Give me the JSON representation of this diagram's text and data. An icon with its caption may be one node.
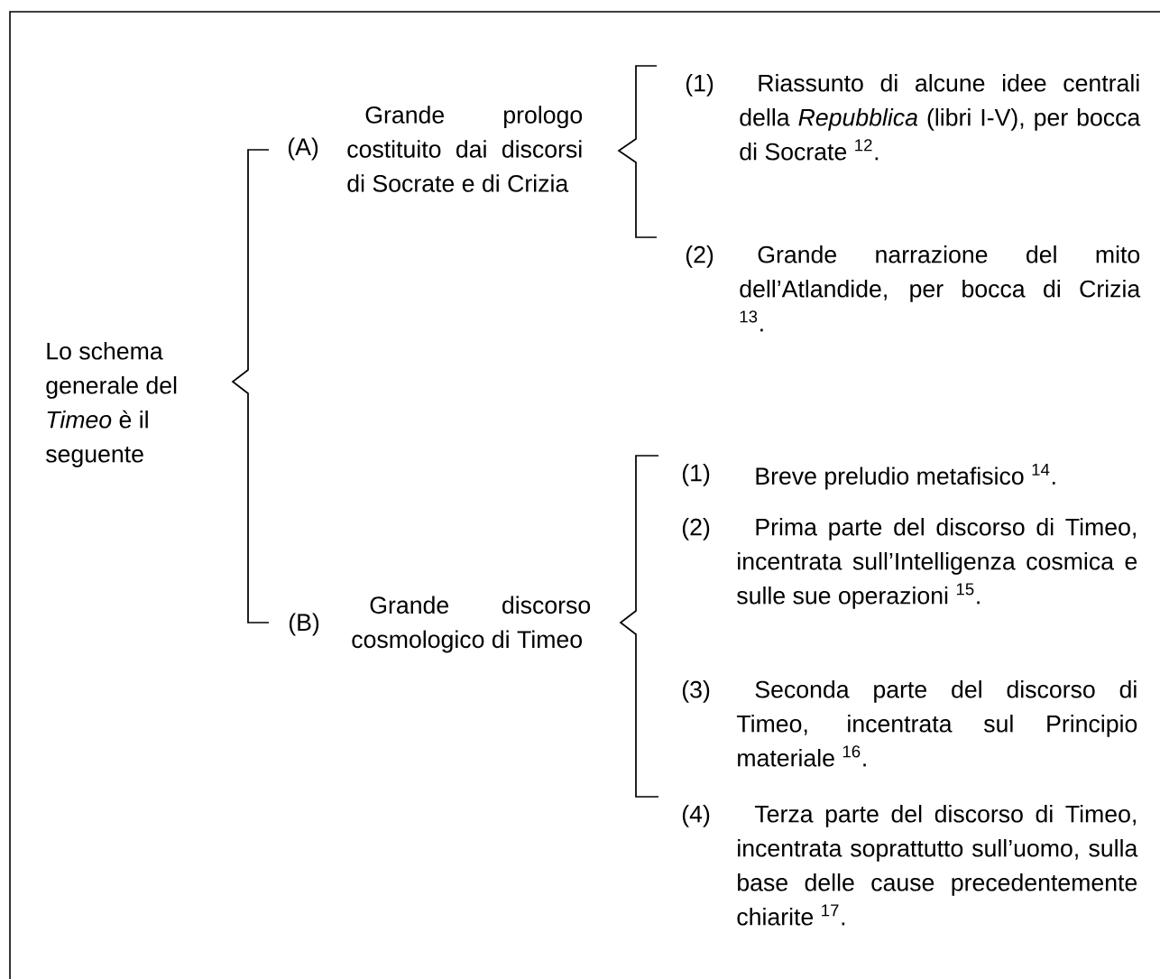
{
  "diagram": {
    "nodes": [
      {
        "text": [
          "Lo schema generale del *Timeo* è il seguente"
        ]
      },
      {
        "text": [
          "(A)",
          "Grande prologo costituito dai discorsi di Socrate e di Crizia"
        ]
      },
      {
        "text": [
          "(1)",
          "Riassunto di alcune idee centrali della *Repubblica* (libri I-V), per bocca di Socrate $^{12}$."
        ]
      },
      {
        "text": [
          "(2)",
          "Grande narrazione del mito dell’Atlandide, per bocca di Crizia $^{13}$."
        ]
      },
      {
        "text": [
          "(B)",
          "Grande discorso cosmologico di Timeo"
        ]
      },
      {
        "text": [
          "(1)",
          "Breve preludio metafisico $^{14}$."
        ]
      },
      {
        "text": [
          "(2)",
          "Prima parte del discorso di Timeo, incentrata sull’Intelligenza cosmica e sulle sue operazioni $^{15}$."
        ]
      },
      {
        "text": [
          "(3)",
          "Seconda parte del discorso di Timeo, incentrata sul Principio materiale $^{16}$."
        ]
      },
      {
        "text": [
          "(4)",
          "Terza parte del discorso di Timeo, incentrata soprattutto sull’uomo, sulla base delle cause precedentemente chiarite $^{17}$."
        ]
      }
    ]
  }
}
